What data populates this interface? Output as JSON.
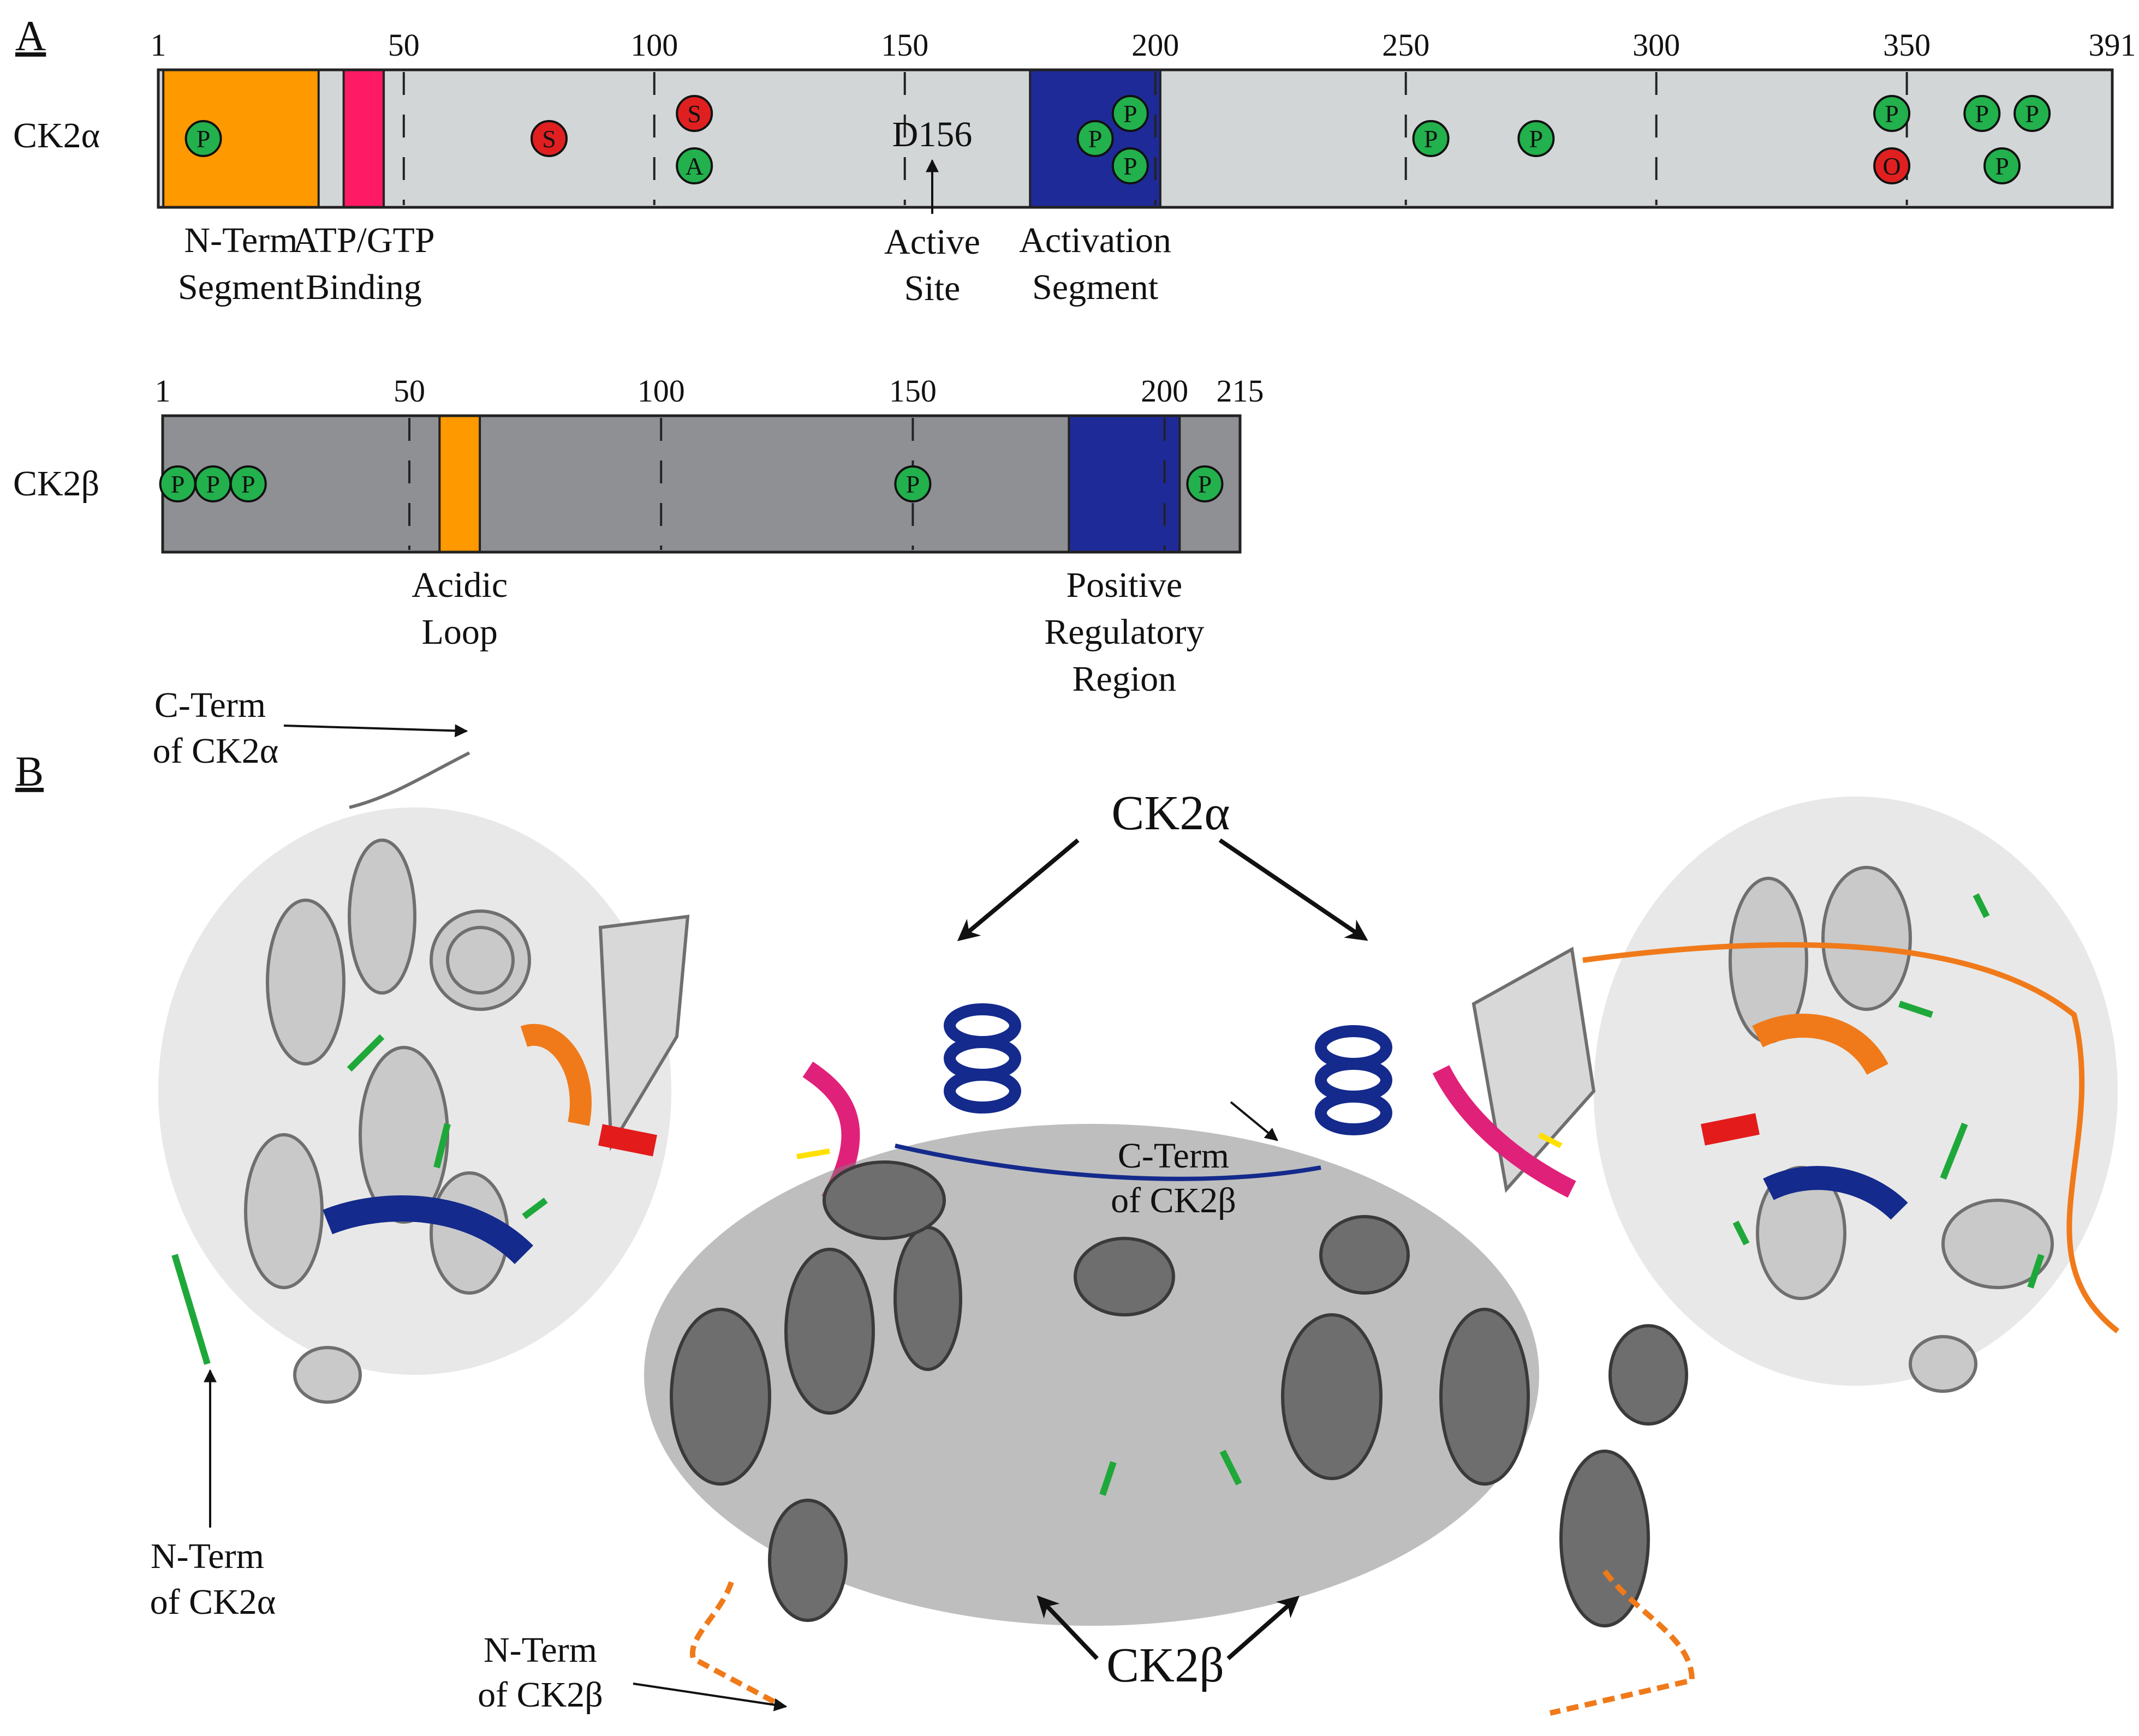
{
  "panels": {
    "a": "A",
    "b": "B"
  },
  "ck2a": {
    "name": "CK2α",
    "length": 391,
    "ticks": [
      "1",
      "50",
      "100",
      "150",
      "200",
      "250",
      "300",
      "350",
      "391"
    ],
    "tick_values": [
      1,
      50,
      100,
      150,
      200,
      250,
      300,
      350,
      391
    ],
    "regions": [
      {
        "name": "N-Term Segment",
        "start": 2,
        "end": 33,
        "color": "#ff9900",
        "label_lines": [
          "N-Term",
          "Segment"
        ]
      },
      {
        "name": "ATP/GTP Binding",
        "start": 38,
        "end": 46,
        "color": "#ff1a66",
        "label_lines": [
          "ATP/GTP",
          "Binding"
        ]
      },
      {
        "name": "Activation Segment",
        "start": 175,
        "end": 201,
        "color": "#1f2a99",
        "label_lines": [
          "Activation",
          "Segment"
        ]
      }
    ],
    "active_site": {
      "residue": "D156",
      "position": 156,
      "label_lines": [
        "Active",
        "Site"
      ]
    },
    "sites": [
      {
        "type": "P",
        "position": 10,
        "row": "mid"
      },
      {
        "type": "S",
        "position": 79,
        "row": "mid"
      },
      {
        "type": "S",
        "position": 108,
        "row": "top"
      },
      {
        "type": "A",
        "position": 108,
        "row": "bot"
      },
      {
        "type": "P",
        "position": 188,
        "row": "mid"
      },
      {
        "type": "P",
        "position": 195,
        "row": "top"
      },
      {
        "type": "P",
        "position": 195,
        "row": "bot"
      },
      {
        "type": "P",
        "position": 255,
        "row": "mid"
      },
      {
        "type": "P",
        "position": 276,
        "row": "mid"
      },
      {
        "type": "P",
        "position": 347,
        "row": "top"
      },
      {
        "type": "O",
        "position": 347,
        "row": "bot"
      },
      {
        "type": "P",
        "position": 365,
        "row": "top"
      },
      {
        "type": "P",
        "position": 375,
        "row": "top"
      },
      {
        "type": "P",
        "position": 369,
        "row": "bot"
      }
    ]
  },
  "ck2b": {
    "name": "CK2β",
    "length": 215,
    "ticks": [
      "1",
      "50",
      "100",
      "150",
      "200",
      "215"
    ],
    "tick_values": [
      1,
      50,
      100,
      150,
      200,
      215
    ],
    "regions": [
      {
        "name": "Acidic Loop",
        "start": 56,
        "end": 64,
        "color": "#ff9900",
        "label_lines": [
          "Acidic",
          "Loop"
        ]
      },
      {
        "name": "Positive Regulatory Region",
        "start": 181,
        "end": 203,
        "color": "#1f2a99",
        "label_lines": [
          "Positive",
          "Regulatory",
          "Region"
        ]
      }
    ],
    "sites": [
      {
        "type": "P",
        "position": 4
      },
      {
        "type": "P",
        "position": 11
      },
      {
        "type": "P",
        "position": 18
      },
      {
        "type": "P",
        "position": 150
      },
      {
        "type": "P",
        "position": 208
      }
    ]
  },
  "site_colors": {
    "P": "#22b14c",
    "S": "#e02020",
    "A": "#22b14c",
    "O": "#e02020"
  },
  "bar_colors": {
    "ck2a": "#d3d6d6",
    "ck2b": "#8e9094"
  },
  "structure": {
    "labels": {
      "ck2a_top": "CK2α",
      "ck2b_bottom": "CK2β",
      "cterm_a": [
        "C-Term",
        "of CK2α"
      ],
      "nterm_a": [
        "N-Term",
        "of CK2α"
      ],
      "cterm_b": [
        "C-Term",
        "of CK2β"
      ],
      "nterm_b": [
        "N-Term",
        "of CK2β"
      ]
    },
    "colors": {
      "alpha": "#c8c8c8",
      "beta": "#6e6e6e",
      "orange": "#f07a1a",
      "navy": "#142a8c",
      "magenta": "#e0217a",
      "red": "#e31b1b",
      "green": "#1fa83a",
      "yellow": "#ffe000"
    }
  }
}
